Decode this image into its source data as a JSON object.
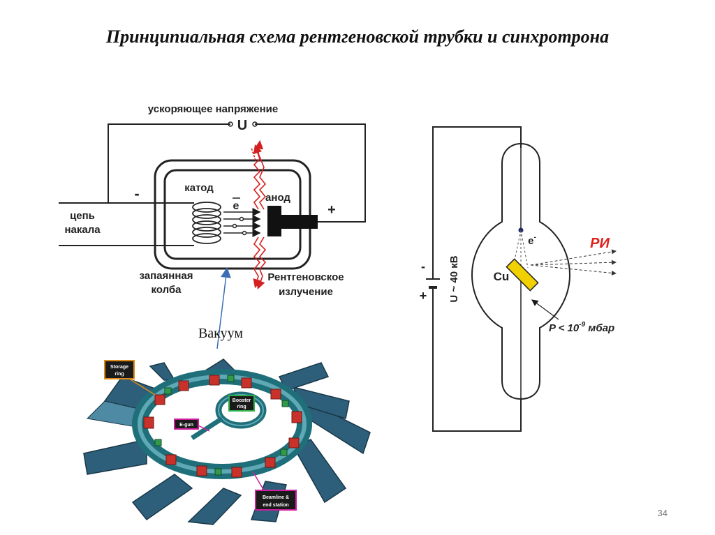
{
  "slide": {
    "title": "Принципиальная схема рентгеновской трубки и синхротрона",
    "page_number": "34"
  },
  "xray_tube": {
    "voltage_label": "ускоряющее напряжение",
    "voltage_symbol": "U",
    "minus": "-",
    "plus": "+",
    "cathode": "катод",
    "anode": "анод",
    "electron": "e",
    "heating_circuit_line1": "цепь",
    "heating_circuit_line2": "накала",
    "sealed_flask_line1": "запаянная",
    "sealed_flask_line2": "колба",
    "xray_line1": "Рентгеновское",
    "xray_line2": "излучение",
    "vacuum": "Вакуум"
  },
  "tube_schematic": {
    "electron_label": "e",
    "electron_sup": "-",
    "target": "Cu",
    "radiation": "РИ",
    "voltage": "U ~ 40 кВ",
    "pressure_prefix": "P < 10",
    "pressure_exp": "-9",
    "pressure_unit": " мбар",
    "battery_minus": "-",
    "battery_plus": "+"
  },
  "synchrotron": {
    "storage_ring_line1": "Storage",
    "storage_ring_line2": "ring",
    "booster_line1": "Booster",
    "booster_line2": "ring",
    "egun": "E-gun",
    "beamline_line1": "Beamline &",
    "beamline_line2": "end station"
  },
  "colors": {
    "line": "#1a1a1a",
    "xray_red": "#d42020",
    "ri_red": "#e0201a",
    "cu_yellow": "#f0d000",
    "vacuum_arrow": "#3a6fb5",
    "ring_teal": "#1f6f7a",
    "magnet_red": "#c8322a",
    "label_orange": "#e08a1a",
    "label_magenta": "#d01ea0"
  }
}
